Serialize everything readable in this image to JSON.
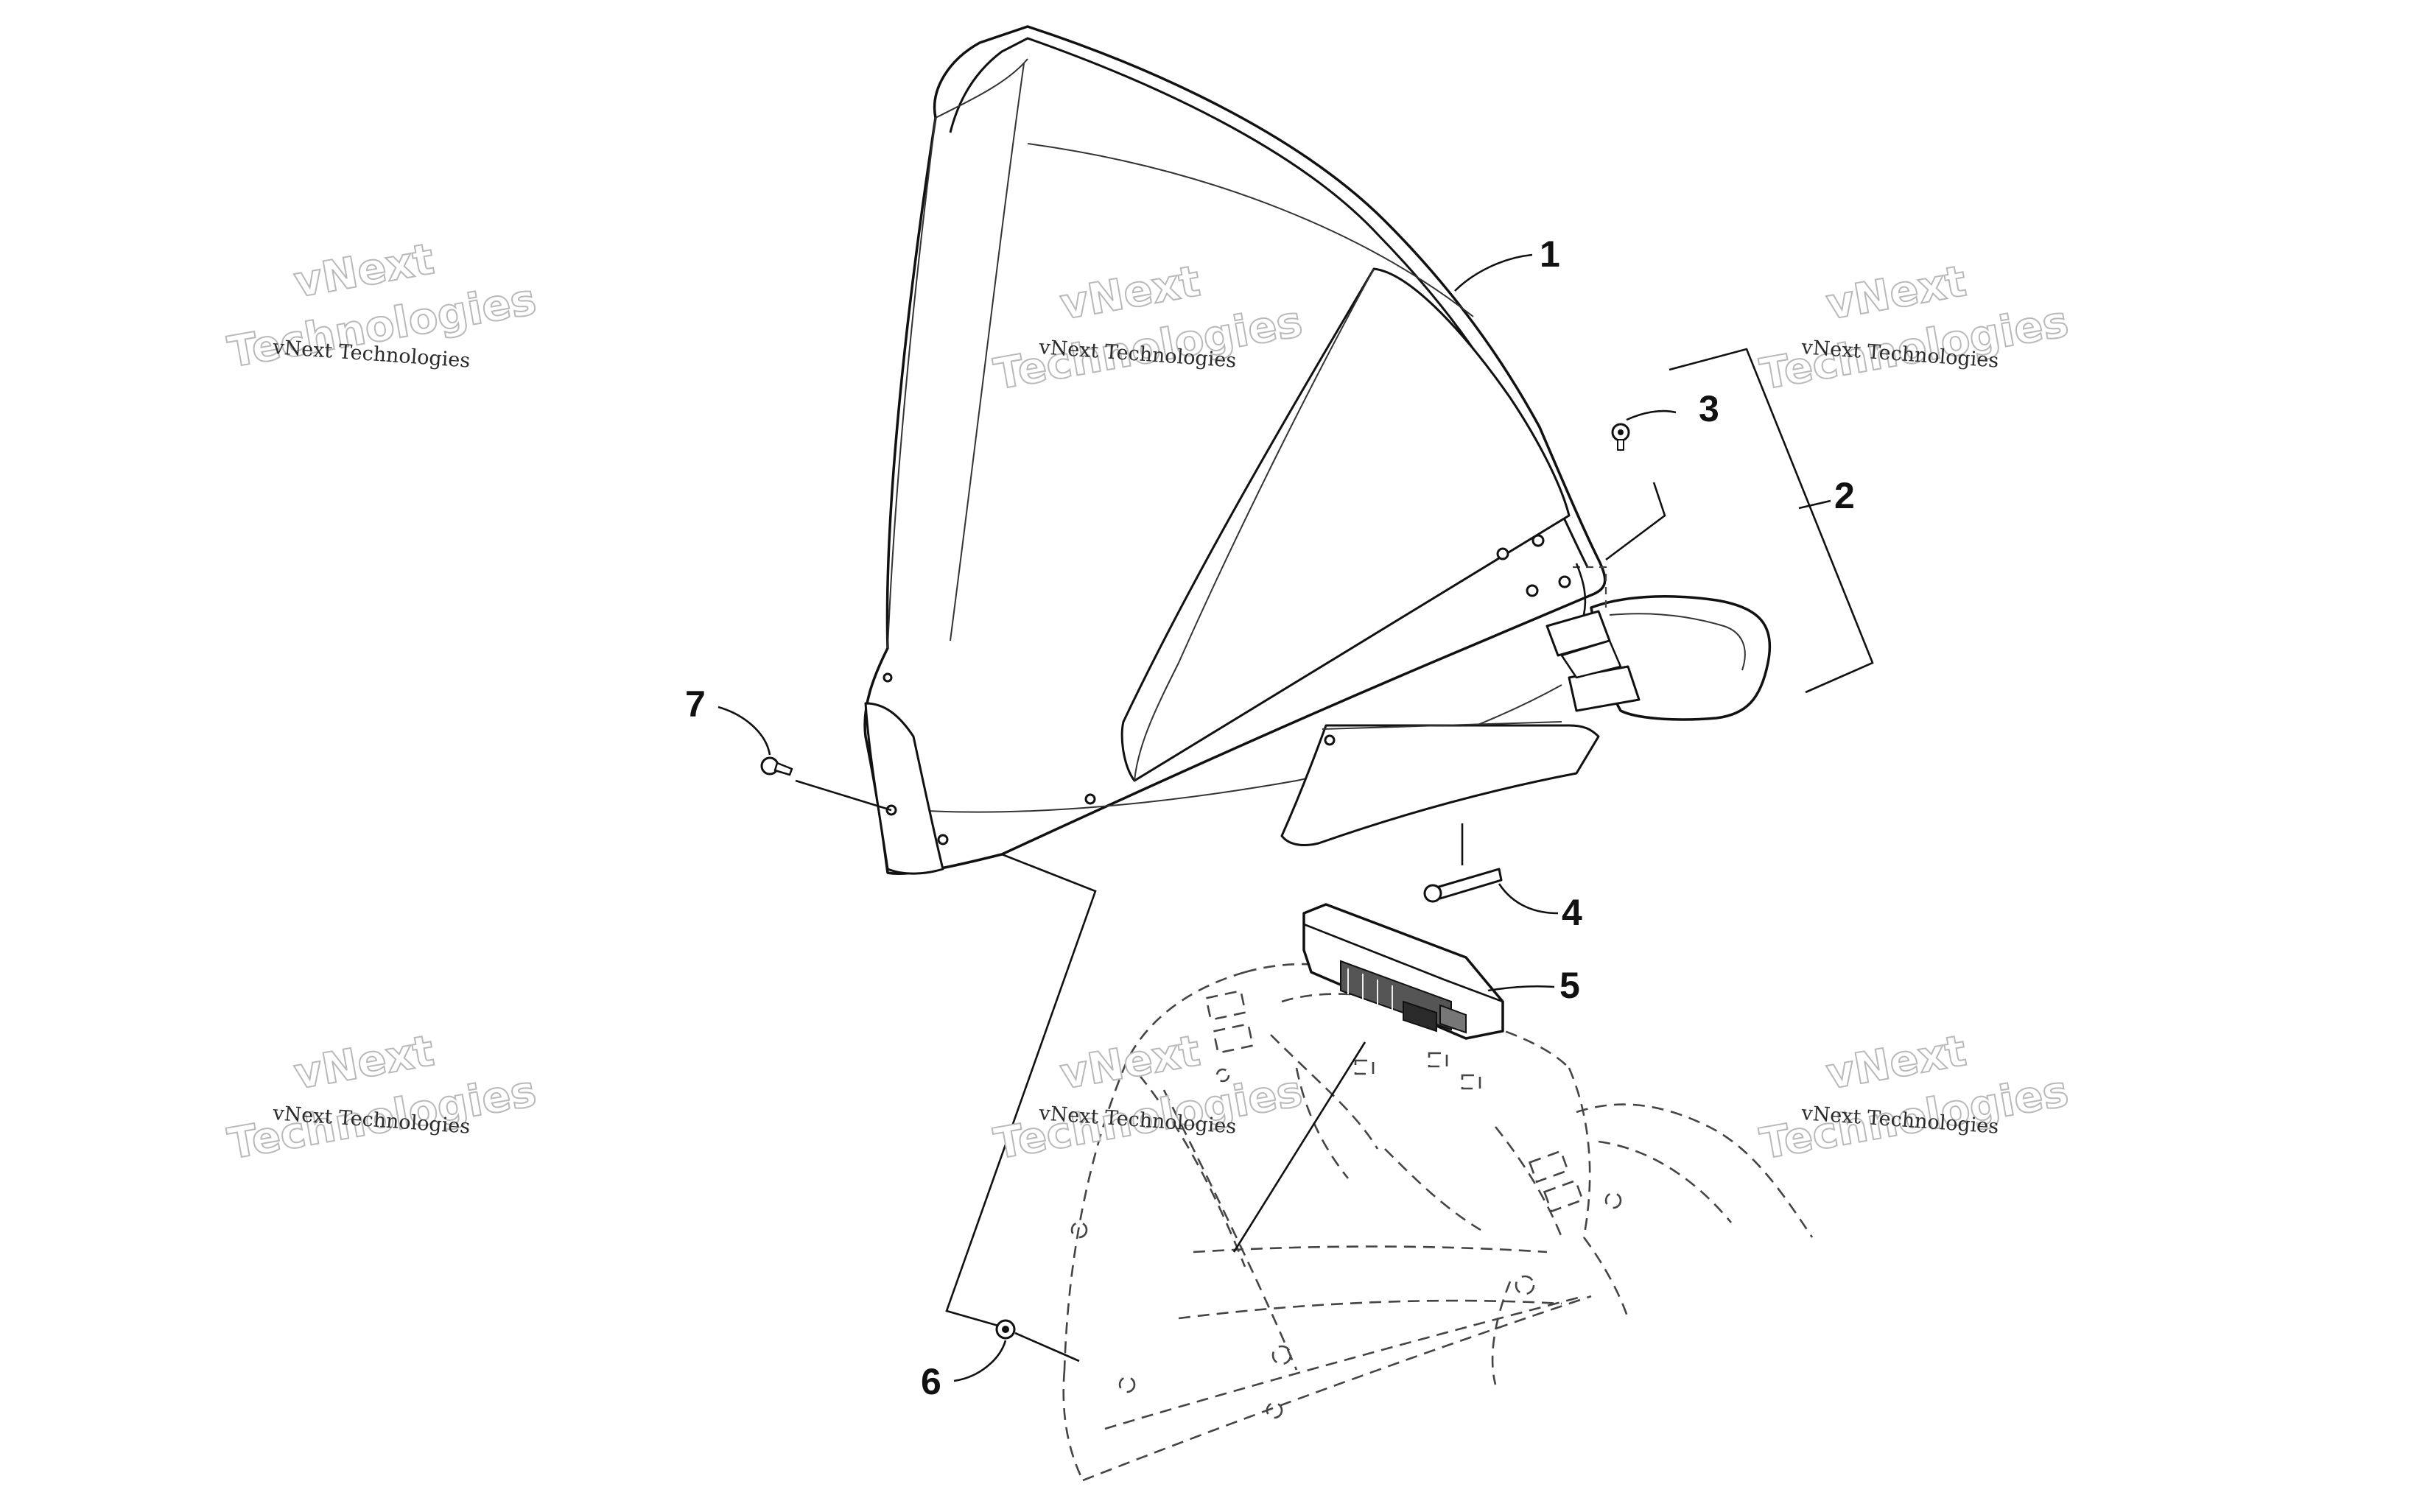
{
  "diagram": {
    "callouts": [
      "1",
      "2",
      "3",
      "4",
      "5",
      "6",
      "7"
    ],
    "watermark": {
      "line1": "vNext Technologies",
      "line2": "vNext",
      "line3": "Technologies"
    }
  }
}
